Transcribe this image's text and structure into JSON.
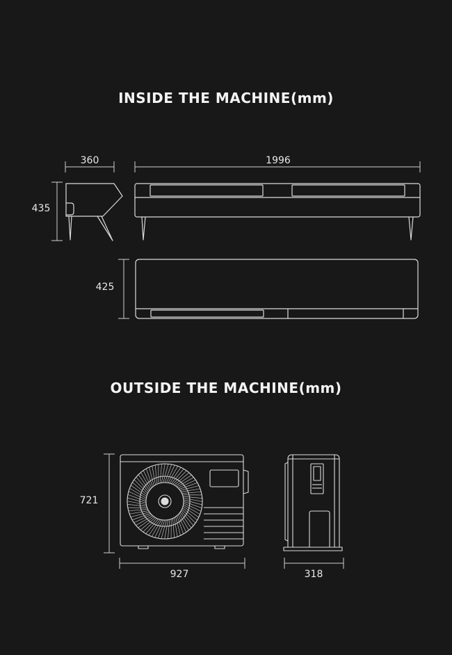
{
  "inside": {
    "title": "INSIDE THE MACHINE(mm)",
    "side_width": "360",
    "front_width": "1996",
    "height": "435",
    "depth": "425"
  },
  "outside": {
    "title": "OUTSIDE THE MACHINE(mm)",
    "height": "721",
    "front_width": "927",
    "side_width": "318"
  },
  "colors": {
    "background": "#181818",
    "line": "#d9d9d9",
    "text": "#f2f2f2"
  }
}
